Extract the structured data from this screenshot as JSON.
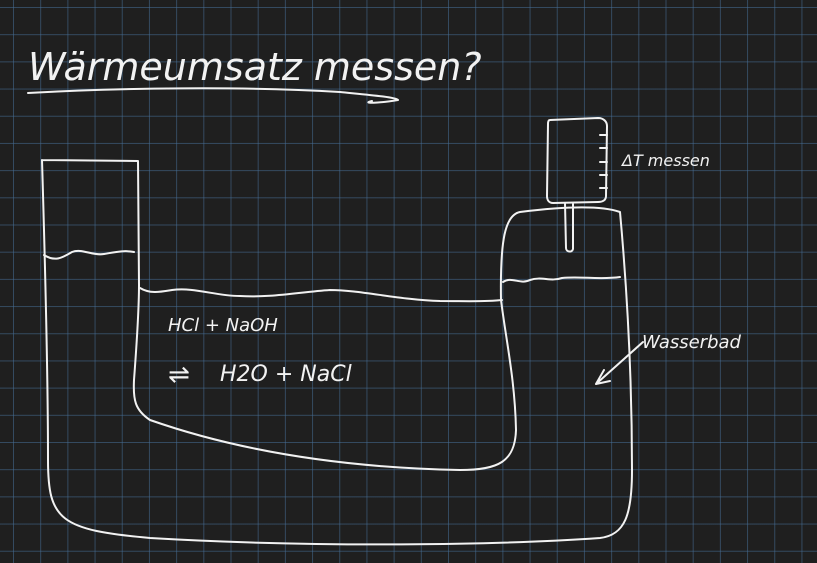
{
  "diagram": {
    "title": "Wärmeumsatz messen?",
    "thermometer_label": "ΔT messen",
    "reaction_reactants": "HCl + NaOH",
    "reaction_products": "H2O + NaCl",
    "reaction_arrow": "⇌",
    "water_bath_label": "Wasserbad"
  },
  "colors": {
    "background": "#1f1f1f",
    "grid": "#466e96",
    "ink": "#f2f2f2"
  }
}
